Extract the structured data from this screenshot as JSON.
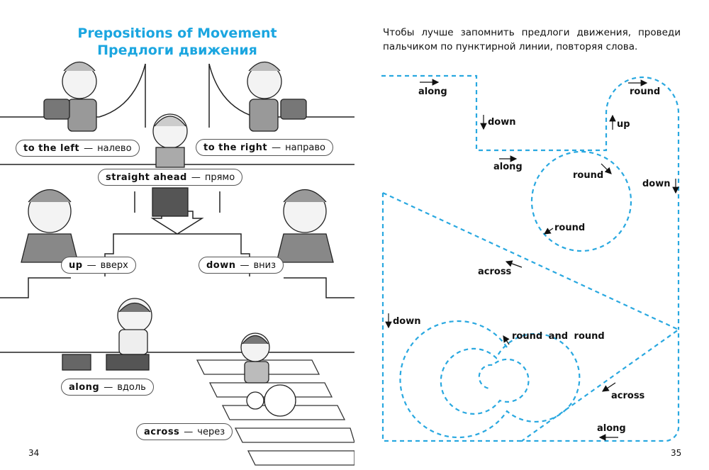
{
  "left_page": {
    "title_en": "Prepositions of Movement",
    "title_ru": "Предлоги движения",
    "labels": [
      {
        "en": "to the left",
        "ru": "налево"
      },
      {
        "en": "to the right",
        "ru": "направо"
      },
      {
        "en": "straight ahead",
        "ru": "прямо"
      },
      {
        "en": "up",
        "ru": "вверх"
      },
      {
        "en": "down",
        "ru": "вниз"
      },
      {
        "en": "along",
        "ru": "вдоль"
      },
      {
        "en": "across",
        "ru": "через"
      }
    ],
    "page_number": "34"
  },
  "right_page": {
    "intro": "Чтобы лучше запомнить предлоги движения, проведи пальчиком по пунктирной линии, повторяя слова.",
    "words": [
      "along",
      "down",
      "along",
      "round",
      "up",
      "round",
      "down",
      "round",
      "across",
      "down",
      "round and round",
      "across",
      "along"
    ],
    "page_number": "35",
    "line_color": "#29a8e0"
  },
  "colors": {
    "title": "#1ba6e0",
    "dashed_path": "#29a8e0"
  }
}
